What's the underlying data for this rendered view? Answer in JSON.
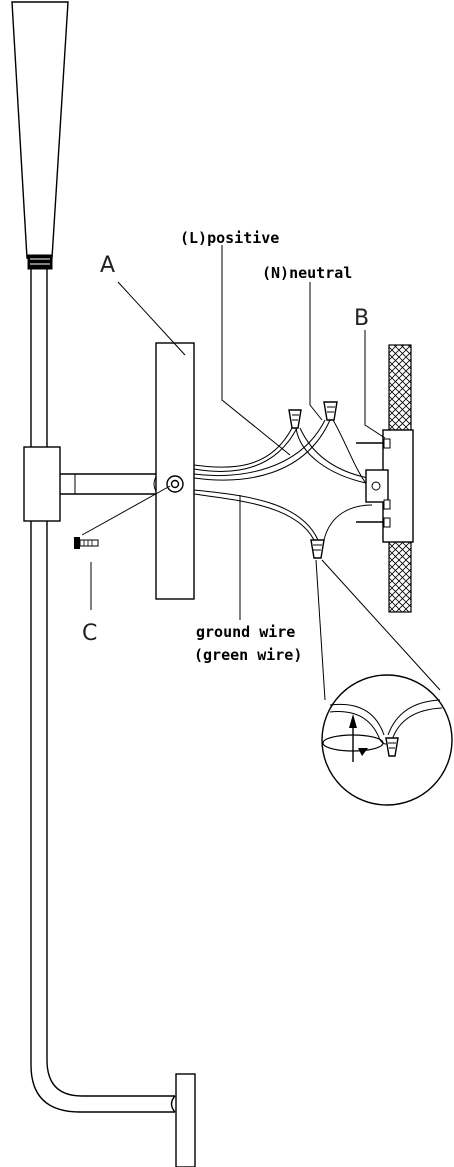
{
  "labels": {
    "part_a": "A",
    "part_b": "B",
    "part_c": "C",
    "wire_positive": "(L)positive",
    "wire_neutral": "(N)neutral",
    "ground_line1": "ground wire",
    "ground_line2": "(green wire)"
  },
  "icons": {
    "rotate": "rotate-icon",
    "arrow_up": "arrow-up-icon",
    "wire_nut": "wire-nut-icon",
    "screw": "screw-icon"
  },
  "colors": {
    "line": "#000000",
    "background": "#ffffff"
  }
}
